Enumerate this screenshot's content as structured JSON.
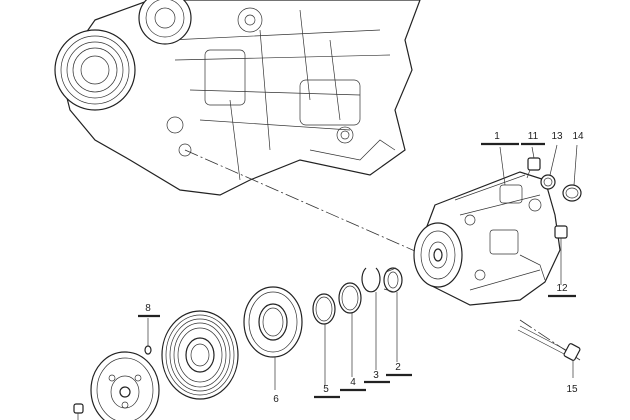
{
  "callouts": [
    {
      "id": "c1",
      "label": "1"
    },
    {
      "id": "c2",
      "label": "2"
    },
    {
      "id": "c3",
      "label": "3"
    },
    {
      "id": "c4",
      "label": "4"
    },
    {
      "id": "c5",
      "label": "5"
    },
    {
      "id": "c6",
      "label": "6"
    },
    {
      "id": "c8",
      "label": "8"
    },
    {
      "id": "c11",
      "label": "11"
    },
    {
      "id": "c12",
      "label": "12"
    },
    {
      "id": "c13",
      "label": "13"
    },
    {
      "id": "c14",
      "label": "14"
    },
    {
      "id": "c15",
      "label": "15"
    }
  ]
}
